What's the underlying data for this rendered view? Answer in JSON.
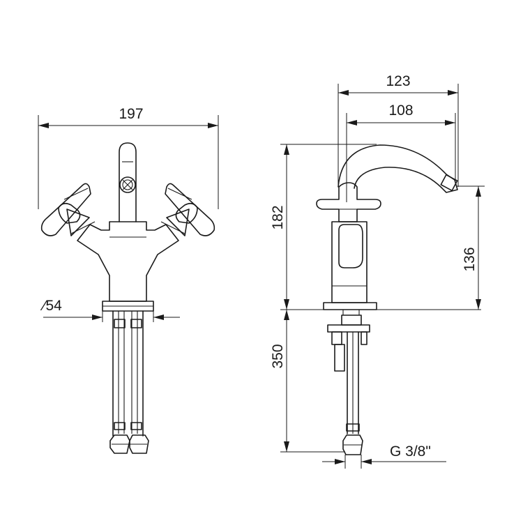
{
  "front_view": {
    "width_label": "197",
    "diameter_label": "∕54"
  },
  "side_view": {
    "total_reach_label": "123",
    "spout_reach_label": "108",
    "height_label": "182",
    "spout_height_label": "136",
    "hose_length_label": "350",
    "connection_label": "G 3/8\""
  }
}
